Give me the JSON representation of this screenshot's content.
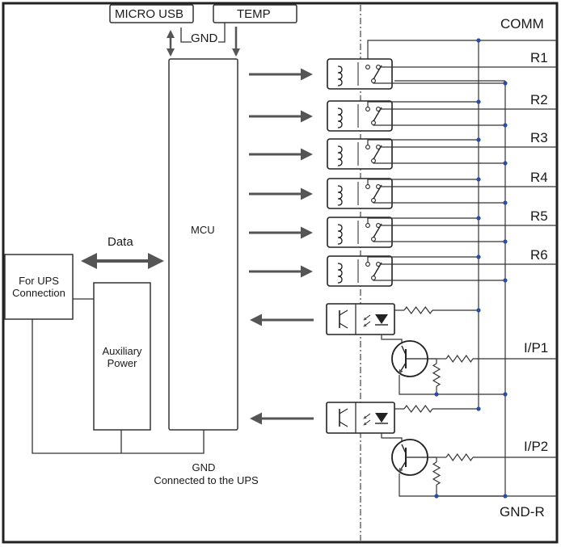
{
  "labels": {
    "micro_usb": "MICRO USB",
    "temp": "TEMP",
    "gnd_top": "GND",
    "comm": "COMM",
    "mcu": "MCU",
    "data": "Data",
    "ups_connection": "For UPS Connection",
    "aux_power": "Auxiliary Power",
    "gnd_bottom": "GND",
    "connected_ups": "Connected to the UPS",
    "gnd_r": "GND-R"
  },
  "relays": [
    "R1",
    "R2",
    "R3",
    "R4",
    "R5",
    "R6"
  ],
  "inputs": [
    "I/P1",
    "I/P2"
  ]
}
